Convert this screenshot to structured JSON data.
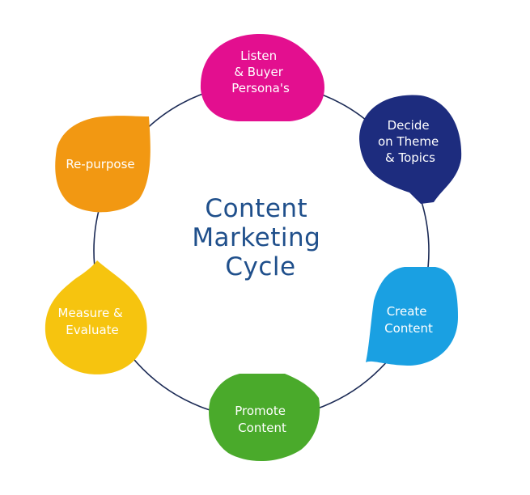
{
  "title": {
    "lines": [
      "Content",
      "Marketing",
      "Cycle"
    ]
  },
  "colors": {
    "ring": "#1b2a55",
    "title": "#1f4f8b",
    "label": "#ffffff"
  },
  "steps": [
    {
      "id": "listen",
      "lines": [
        "Listen",
        "& Buyer",
        "Persona's"
      ],
      "color": "#e30f8f"
    },
    {
      "id": "decide",
      "lines": [
        "Decide",
        "on Theme",
        "& Topics"
      ],
      "color": "#1d2c7e"
    },
    {
      "id": "create",
      "lines": [
        "Create",
        "Content"
      ],
      "color": "#1aa0e2"
    },
    {
      "id": "promote",
      "lines": [
        "Promote",
        "Content"
      ],
      "color": "#4aaa2b"
    },
    {
      "id": "measure",
      "lines": [
        "Measure &",
        "Evaluate"
      ],
      "color": "#f6c40f"
    },
    {
      "id": "repurpose",
      "lines": [
        "Re-purpose"
      ],
      "color": "#f29812"
    }
  ]
}
